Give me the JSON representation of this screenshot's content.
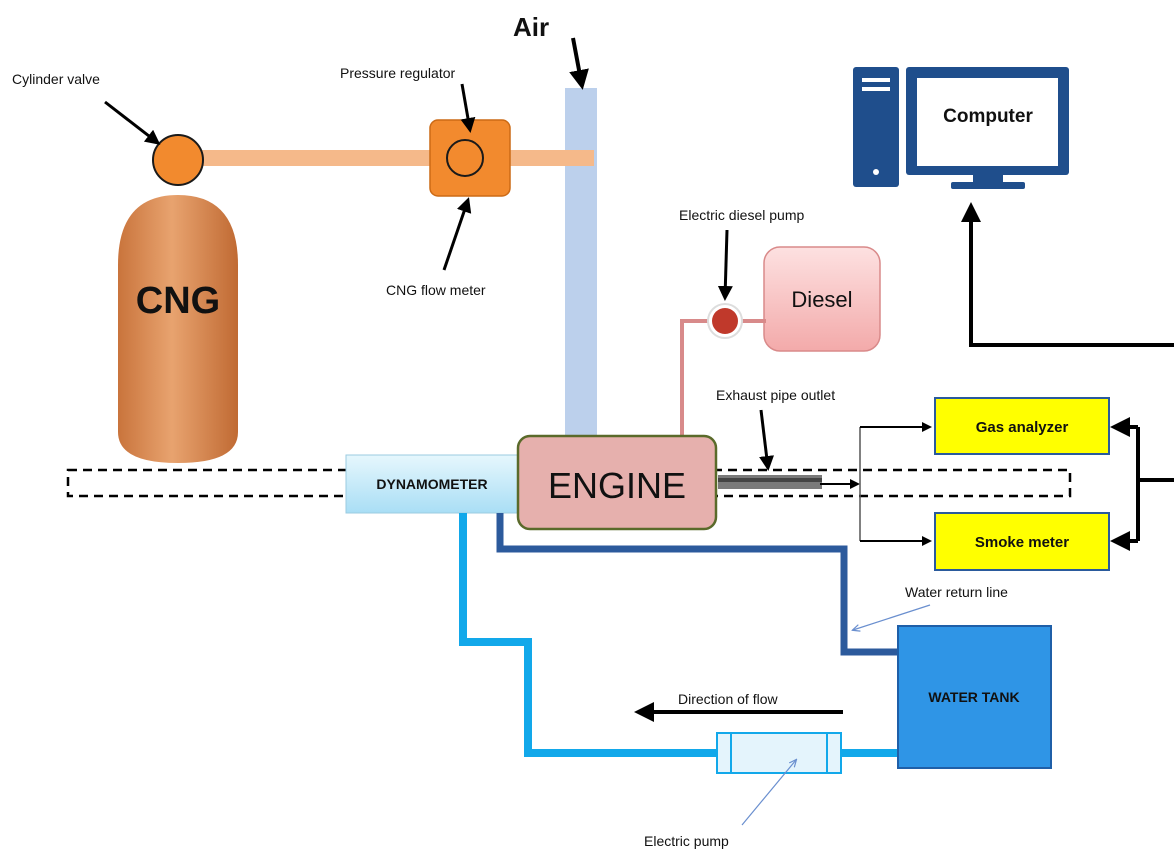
{
  "labels": {
    "air": "Air",
    "cylinder_valve": "Cylinder valve",
    "pressure_regulator": "Pressure regulator",
    "cng_flow_meter": "CNG flow meter",
    "cng": "CNG",
    "computer": "Computer",
    "electric_diesel_pump": "Electric diesel pump",
    "diesel": "Diesel",
    "exhaust_pipe_outlet": "Exhaust pipe outlet",
    "gas_analyzer": "Gas analyzer",
    "smoke_meter": "Smoke meter",
    "dynamometer": "DYNAMOMETER",
    "engine": "ENGINE",
    "water_return_line": "Water return line",
    "water_tank": "WATER TANK",
    "direction_of_flow": "Direction of flow",
    "electric_pump": "Electric pump"
  },
  "colors": {
    "cng_tank": "#d98b52",
    "cng_line": "#f5b98a",
    "valve_orange": "#f28a2e",
    "air_duct": "#bcd0ec",
    "engine_fill": "#e6b0ad",
    "engine_border": "#5a6a2a",
    "dyno_fill": "#bfe8f8",
    "diesel_fill": "#f6c0c0",
    "diesel_pump": "#c0392b",
    "analyzer_fill": "#ffff00",
    "water_tank": "#2f95e6",
    "water_supply_line": "#12a8ea",
    "water_return_line": "#2c5a9c",
    "computer": "#1f4e8c",
    "arrow": "#000000"
  }
}
